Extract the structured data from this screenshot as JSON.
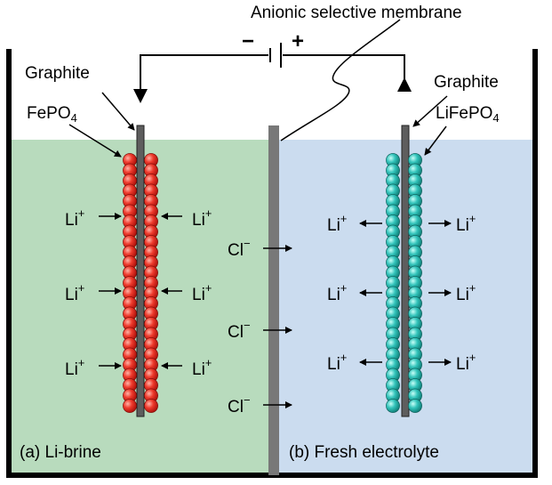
{
  "membrane_label": "Anionic selective membrane",
  "polarity": {
    "negative": "−",
    "positive": "+"
  },
  "left_cell": {
    "electrode_label": "Graphite",
    "coating_label": "FePO",
    "coating_subscript": "4",
    "solution_label": "(a) Li-brine",
    "ion_label": "Li",
    "ion_charge": "+",
    "fill_color": "#b8dbbd",
    "particle_color": "#e8231f"
  },
  "right_cell": {
    "electrode_label": "Graphite",
    "coating_label": "LiFePO",
    "coating_subscript": "4",
    "solution_label": "(b) Fresh electrolyte",
    "ion_label": "Li",
    "ion_charge": "+",
    "fill_color": "#cbdcef",
    "particle_color": "#2bb8b0"
  },
  "anion": {
    "label": "Cl",
    "charge": "−"
  },
  "colors": {
    "membrane": "#787878",
    "electrode": "#5e5e5e",
    "tank_wall": "#000000"
  }
}
